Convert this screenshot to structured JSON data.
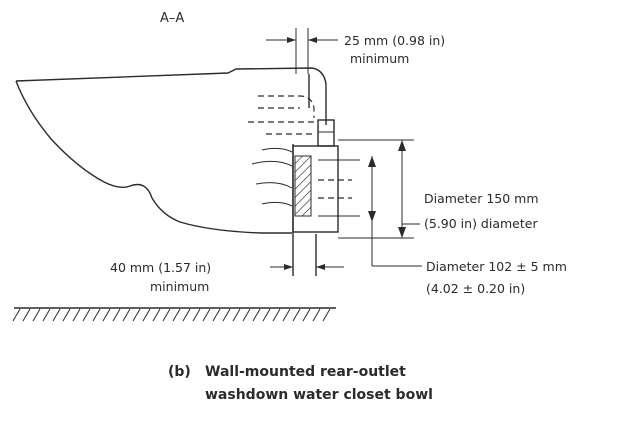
{
  "section_label": "A–A",
  "dimensions": {
    "top_gap_line1": "25 mm (0.98 in)",
    "top_gap_line2": "minimum",
    "outer_diameter_line1": "Diameter 150 mm",
    "outer_diameter_line2": "(5.90 in) diameter",
    "bottom_gap_line1": "40 mm (1.57 in)",
    "bottom_gap_line2": "minimum",
    "inner_diameter_line1": "Diameter 102 ± 5 mm",
    "inner_diameter_line2": "(4.02 ± 0.20 in)"
  },
  "caption": {
    "letter": "(b)",
    "line1": "Wall-mounted rear-outlet",
    "line2": "washdown water closet bowl"
  }
}
